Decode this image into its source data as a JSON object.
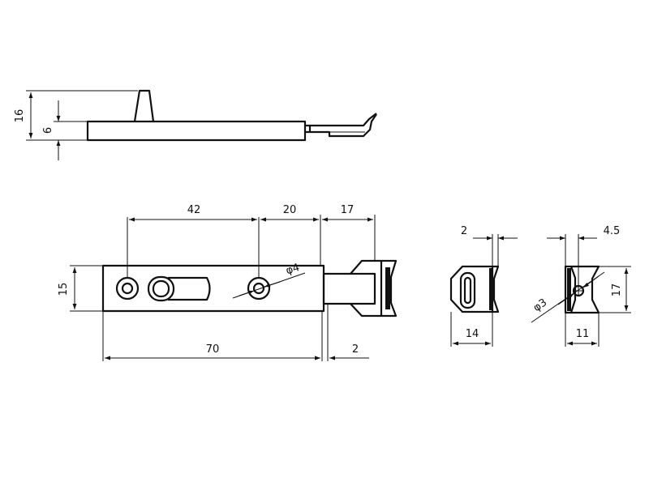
{
  "side_view": {
    "dim_overall_height": "16",
    "dim_body_height": "6"
  },
  "top_view": {
    "dim_hole_to_hole_left": "42",
    "dim_hole_to_end": "20",
    "dim_bolt_extension": "17",
    "dim_width": "15",
    "dim_hole_diameter": "φ4",
    "dim_length": "70",
    "dim_gap": "2"
  },
  "keeper_view": {
    "dim_thickness": "2",
    "dim_width": "14"
  },
  "strike_view": {
    "dim_offset": "4.5",
    "dim_height": "17",
    "dim_hole_diameter": "φ3",
    "dim_width": "11"
  }
}
